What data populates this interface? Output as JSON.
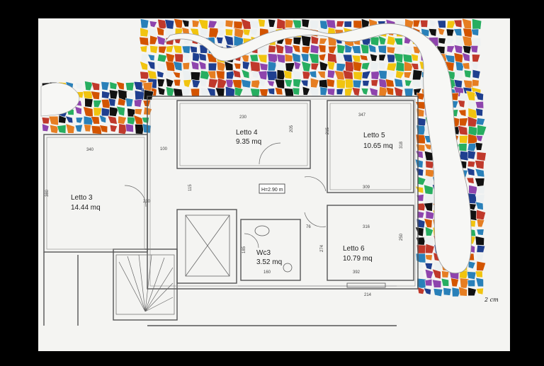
{
  "rooms": [
    {
      "name": "Letto 4",
      "area": "9.35 mq"
    },
    {
      "name": "Letto 5",
      "area": "10.65 mq"
    },
    {
      "name": "Letto 3",
      "area": "14.44 mq"
    },
    {
      "name": "Letto 6",
      "area": "10.79 mq"
    },
    {
      "name": "Wc3",
      "area": "3.52 mq"
    }
  ],
  "height_box": "H=2.90 m",
  "dimensions": [
    "230",
    "347",
    "340",
    "100",
    "205",
    "215",
    "318",
    "309",
    "380",
    "210",
    "115",
    "316",
    "250",
    "392",
    "160",
    "76",
    "274",
    "185",
    "214"
  ],
  "scale_note": "2 cm",
  "colors": {
    "background": "#000000",
    "paper": "#f4f4f2",
    "wall": "#555555",
    "mosaic": [
      "#c0392b",
      "#1f3f8f",
      "#f1c40f",
      "#111111",
      "#e67e22",
      "#27ae60",
      "#8e44ad",
      "#ecf0f1",
      "#2980b9",
      "#d35400"
    ]
  }
}
